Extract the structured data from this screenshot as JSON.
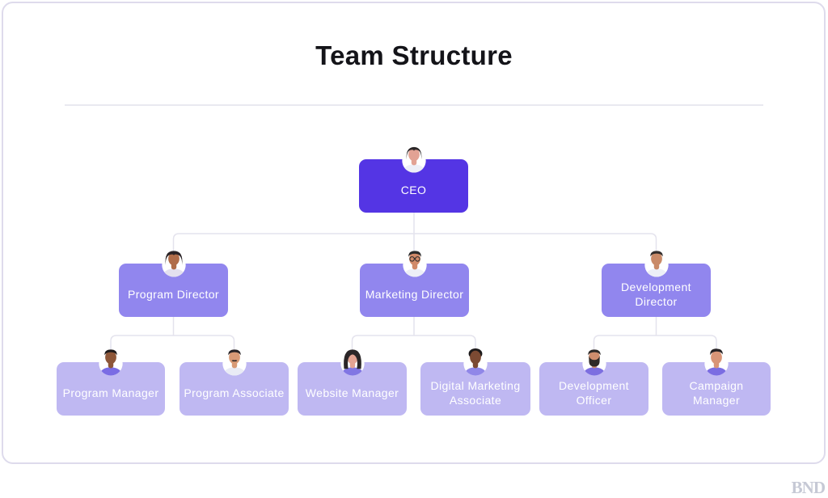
{
  "page": {
    "title": "Team Structure",
    "watermark": "BND"
  },
  "colors": {
    "level1": "#5435e4",
    "level2": "#9186ee",
    "level3": "#bfb8f2",
    "connector": "#e4e3ed",
    "card_border": "#dedbec",
    "divider": "#e9e9f0",
    "label_text": "#ffffff",
    "title_text": "#141419",
    "watermark_text": "#c6c9d5"
  },
  "org": {
    "nodes": [
      {
        "id": "ceo",
        "label": "CEO",
        "level": 1,
        "reports_to": null,
        "avatar": {
          "name": "avatar-woman-bob-icon",
          "skin": "#e2a294",
          "hair": "#2b2627",
          "top": "#edeff7"
        }
      },
      {
        "id": "program-director",
        "label": "Program Director",
        "level": 2,
        "reports_to": "ceo",
        "avatar": {
          "name": "avatar-woman-curly-bob-icon",
          "skin": "#b06c49",
          "hair": "#2a2326",
          "top": "#e3e0ef"
        }
      },
      {
        "id": "marketing-director",
        "label": "Marketing Director",
        "level": 2,
        "reports_to": "ceo",
        "avatar": {
          "name": "avatar-man-glasses-icon",
          "skin": "#d18a69",
          "hair": "#2b2b2b",
          "top": "#edeff7"
        }
      },
      {
        "id": "development-director",
        "label": "Development Director",
        "level": 2,
        "reports_to": "ceo",
        "avatar": {
          "name": "avatar-man-short-hair-icon",
          "skin": "#c98a68",
          "hair": "#332e2c",
          "top": "#edeff7"
        }
      },
      {
        "id": "program-manager",
        "label": "Program Manager",
        "level": 3,
        "reports_to": "program-director",
        "avatar": {
          "name": "avatar-man-short-hair-icon",
          "skin": "#8d5638",
          "hair": "#1f1b1c",
          "top": "#7a6ce4"
        }
      },
      {
        "id": "program-associate",
        "label": "Program Associate",
        "level": 3,
        "reports_to": "program-director",
        "avatar": {
          "name": "avatar-man-mustache-icon",
          "skin": "#d89a76",
          "hair": "#2a2527",
          "top": "#e9ebf5"
        }
      },
      {
        "id": "website-manager",
        "label": "Website Manager",
        "level": 3,
        "reports_to": "marketing-director",
        "avatar": {
          "name": "avatar-woman-long-hair-icon",
          "skin": "#e3a393",
          "hair": "#2b2628",
          "top": "#8176e3"
        }
      },
      {
        "id": "digital-marketing-associate",
        "label": "Digital Marketing Associate",
        "level": 3,
        "reports_to": "marketing-director",
        "avatar": {
          "name": "avatar-woman-afro-icon",
          "skin": "#7c4a33",
          "hair": "#1d1a1b",
          "top": "#9087e8"
        }
      },
      {
        "id": "development-officer",
        "label": "Development Officer",
        "level": 3,
        "reports_to": "development-director",
        "avatar": {
          "name": "avatar-man-beard-icon",
          "skin": "#cf8d6d",
          "hair": "#2f2a28",
          "top": "#7d6fe0"
        }
      },
      {
        "id": "campaign-manager",
        "label": "Campaign Manager",
        "level": 3,
        "reports_to": "development-director",
        "avatar": {
          "name": "avatar-man-quiff-icon",
          "skin": "#d99577",
          "hair": "#272325",
          "top": "#7b6de2"
        }
      }
    ]
  }
}
